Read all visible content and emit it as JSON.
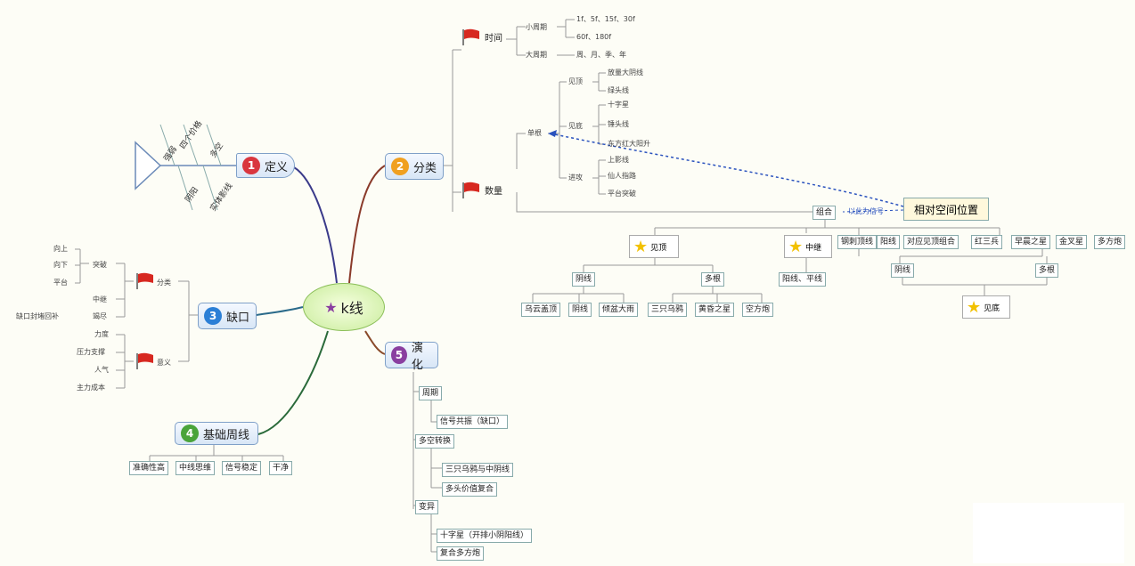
{
  "center": {
    "label": "k线"
  },
  "definition": {
    "title": "定义",
    "num": "1",
    "fish_labels": [
      "四个价格",
      "多空",
      "强弱",
      "实体影线",
      "阴阳"
    ]
  },
  "classify": {
    "title": "分类",
    "num": "2",
    "time": {
      "label": "时间",
      "small_label": "小周期",
      "small_items": [
        "1f、5f、15f、30f",
        "60f、180f"
      ],
      "big_label": "大周期",
      "big_items": [
        "周、月、季、年"
      ]
    },
    "quantity": {
      "label": "数量",
      "single": {
        "label": "单根",
        "groups": [
          {
            "label": "见顶",
            "items": [
              "放量大阴线",
              "绿头线"
            ]
          },
          {
            "label": "见底",
            "items": [
              "十字星",
              "锤头线",
              "东方红大阳升"
            ]
          },
          {
            "label": "进攻",
            "items": [
              "上影线",
              "仙人指路",
              "平台突破"
            ]
          }
        ]
      },
      "combo": {
        "label": "组合",
        "note": "以此为信号",
        "highlight": "相对空间位置",
        "top": {
          "label": "见顶",
          "bear": "阴线",
          "bear_items": [
            "乌云盖顶",
            "阴线",
            "倾盆大雨"
          ],
          "bull": "多根",
          "bull_items": [
            "三只乌鸦",
            "黄昏之星",
            "空方炮"
          ]
        },
        "middle": {
          "label": "中继",
          "items": [
            "阳线、平线"
          ]
        },
        "bottom": {
          "label": "见底",
          "row_items": [
            "钢刺顶线",
            "阳线",
            "对应见顶组合",
            "红三兵",
            "早晨之星",
            "金叉星",
            "多方炮"
          ],
          "left": "阴线",
          "right": "多根"
        }
      }
    }
  },
  "gap": {
    "title": "缺口",
    "num": "3",
    "classify": {
      "label": "分类",
      "items": [
        "向上",
        "向下",
        "平台"
      ],
      "sub": "突破",
      "mid": "中继",
      "end": "竭尽",
      "long": "缺口封堵回补"
    },
    "meaning": {
      "label": "意义",
      "items": [
        "力度",
        "压力支撑",
        "人气",
        "主力成本"
      ]
    }
  },
  "base": {
    "title": "基础周线",
    "num": "4",
    "items": [
      "准确性高",
      "中线思维",
      "信号稳定",
      "干净"
    ]
  },
  "evolve": {
    "title": "演化",
    "num": "5",
    "items": [
      "周期",
      "信号共振（缺口）",
      "多空转换",
      "三只乌鸦与中阴线",
      "多头价值复合",
      "变异",
      "十字星（开排小阴阳线）",
      "复合多方炮"
    ]
  },
  "colors": {
    "def": "#d9363e",
    "classify": "#f0a020",
    "gap": "#2b7fd6",
    "base": "#4aa43a",
    "evolve": "#8a3fa0",
    "dotted": "#2a52be"
  }
}
